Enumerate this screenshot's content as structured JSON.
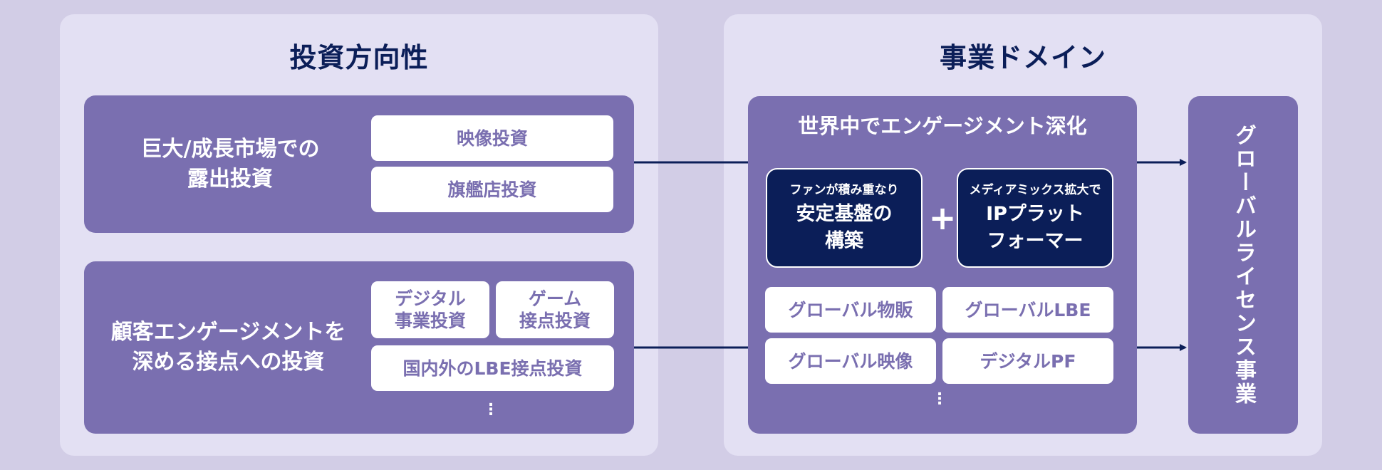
{
  "left_panel": {
    "title": "投資方向性",
    "upper_box": {
      "label": "巨大/成長市場での\n露出投資",
      "chips": [
        "映像投資",
        "旗艦店投資"
      ]
    },
    "lower_box": {
      "label": "顧客エンゲージメントを\n深める接点への投資",
      "chips": [
        "デジタル\n事業投資",
        "ゲーム\n接点投資",
        "国内外のLBE接点投資"
      ],
      "more": "⋮"
    }
  },
  "right_panel": {
    "title": "事業ドメイン",
    "domain_box": {
      "title": "世界中でエンゲージメント深化",
      "card_left": {
        "sub": "ファンが積み重なり",
        "main": "安定基盤の\n構築"
      },
      "plus": "+",
      "card_right": {
        "sub": "メディアミックス拡大で",
        "main": "IPプラット\nフォーマー"
      },
      "chips": [
        "グローバル物販",
        "グローバルLBE",
        "グローバル映像",
        "デジタルPF"
      ],
      "more": "⋮"
    },
    "result_box": {
      "label": "グローバルライセンス事業"
    }
  },
  "colors": {
    "background": "#d2cde6",
    "panel": "#e3e0f3",
    "box": "#7a6fb0",
    "navy": "#0b1e58",
    "chip": "#ffffff"
  }
}
